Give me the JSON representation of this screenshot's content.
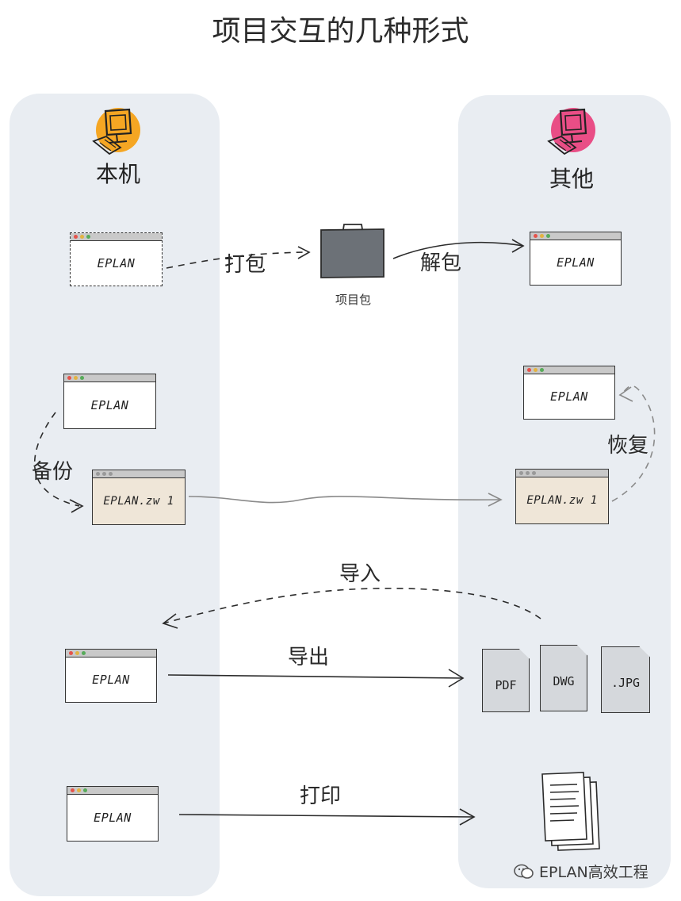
{
  "title": "项目交互的几种形式",
  "lanes": {
    "left": "本机",
    "right": "其他"
  },
  "windows": {
    "local_pack": "EPLAN",
    "local_backup_src": "EPLAN",
    "local_backup": "EPLAN.zw 1",
    "local_export": "EPLAN",
    "local_print": "EPLAN",
    "remote_unpack": "EPLAN",
    "remote_restore": "EPLAN",
    "remote_backup": "EPLAN.zw 1"
  },
  "package_label": "项目包",
  "edges": {
    "pack": "打包",
    "unpack": "解包",
    "backup": "备份",
    "restore": "恢复",
    "import": "导入",
    "export": "导出",
    "print": "打印"
  },
  "files": [
    "PDF",
    "DWG",
    ".JPG"
  ],
  "watermark": "EPLAN高效工程",
  "colors": {
    "local_icon": "#f5a623",
    "remote_icon": "#e94e86",
    "panel": "#e9edf2",
    "backup_window": "#efe6d8"
  }
}
